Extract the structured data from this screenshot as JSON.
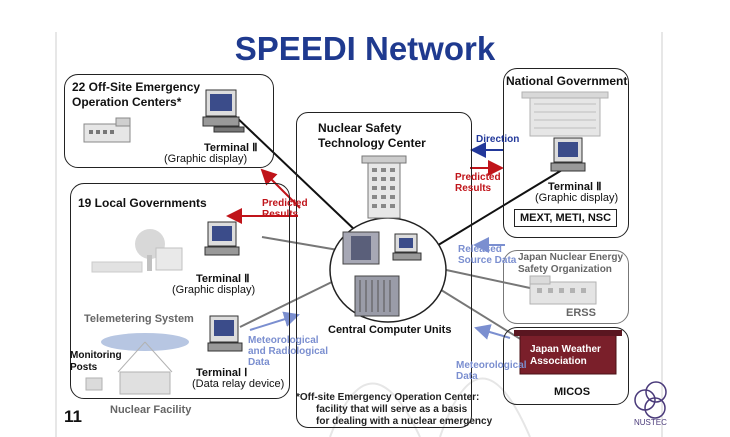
{
  "title": "SPEEDI Network",
  "page_number": "11",
  "offsite": {
    "title_line1": "22 Off-Site Emergency",
    "title_line2": "Operation Centers*",
    "terminal_label": "Terminal Ⅱ",
    "terminal_sub": "(Graphic display)"
  },
  "local": {
    "title": "19 Local Governments",
    "terminal_label": "Terminal Ⅱ",
    "terminal_sub": "(Graphic display)",
    "telemetering": "Telemetering System",
    "monitoring_line1": "Monitoring",
    "monitoring_line2": "Posts",
    "terminal1_label": "Terminal Ⅰ",
    "terminal1_sub": "(Data relay device)",
    "nuclear_facility": "Nuclear Facility"
  },
  "center": {
    "title_line1": "Nuclear Safety",
    "title_line2": "Technology Center",
    "units_label": "Central Computer Units"
  },
  "national": {
    "title": "National Government",
    "terminal_label": "Terminal Ⅱ",
    "terminal_sub": "(Graphic display)",
    "agencies": "MEXT, METI, NSC"
  },
  "jnes": {
    "line1": "Japan Nuclear Energy",
    "line2": "Safety Organization",
    "system": "ERSS"
  },
  "jwa": {
    "line1": "Japan Weather",
    "line2": "Association",
    "system": "MICOS"
  },
  "arrows": {
    "direction": "Direction",
    "predicted_line1": "Predicted",
    "predicted_line2": "Results",
    "released_line1": "Released",
    "released_line2": "Source Data",
    "met_rad_line1": "Meteorological",
    "met_rad_line2": "and Radiological",
    "met_rad_line3": "Data",
    "met_line1": "Meteorological",
    "met_line2": "Data"
  },
  "footnote": {
    "line1": "*Off-site Emergency Operation Center:",
    "line2": "facility that will serve as a basis",
    "line3": "for  dealing with a nuclear emergency"
  },
  "logo_text": "NUSTEC",
  "colors": {
    "title": "#1f3a8f",
    "red_arrow": "#c0141a",
    "blue_arrow": "#4a64b8",
    "navy_arrow": "#22389a"
  }
}
